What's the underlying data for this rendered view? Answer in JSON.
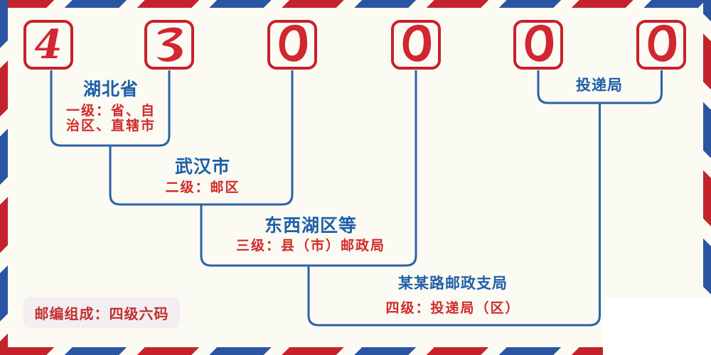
{
  "postal_code": {
    "digits": [
      "4",
      "3",
      "0",
      "0",
      "0",
      "0"
    ]
  },
  "levels": [
    {
      "name": "湖北省",
      "desc_lines": [
        "一级：省、自",
        "治区、直辖市"
      ]
    },
    {
      "name": "武汉市",
      "desc_lines": [
        "二级：邮区"
      ]
    },
    {
      "name": "东西湖区等",
      "desc_lines": [
        "三级：县（市）邮政局"
      ]
    },
    {
      "name": "某某路邮政支局",
      "desc_lines": [
        "四级：投递局（区）"
      ]
    },
    {
      "name": "投递局",
      "desc_lines": []
    }
  ],
  "footer": {
    "composition_label": "邮编组成：四级六码"
  },
  "colors": {
    "digit_red": "#d02730",
    "text_red": "#d02a2a",
    "line_blue": "#2a62a8",
    "text_blue": "#1e5fa8",
    "stripe_red": "#c4232c",
    "stripe_blue": "#2b55a3",
    "background": "#fbfaf3"
  }
}
